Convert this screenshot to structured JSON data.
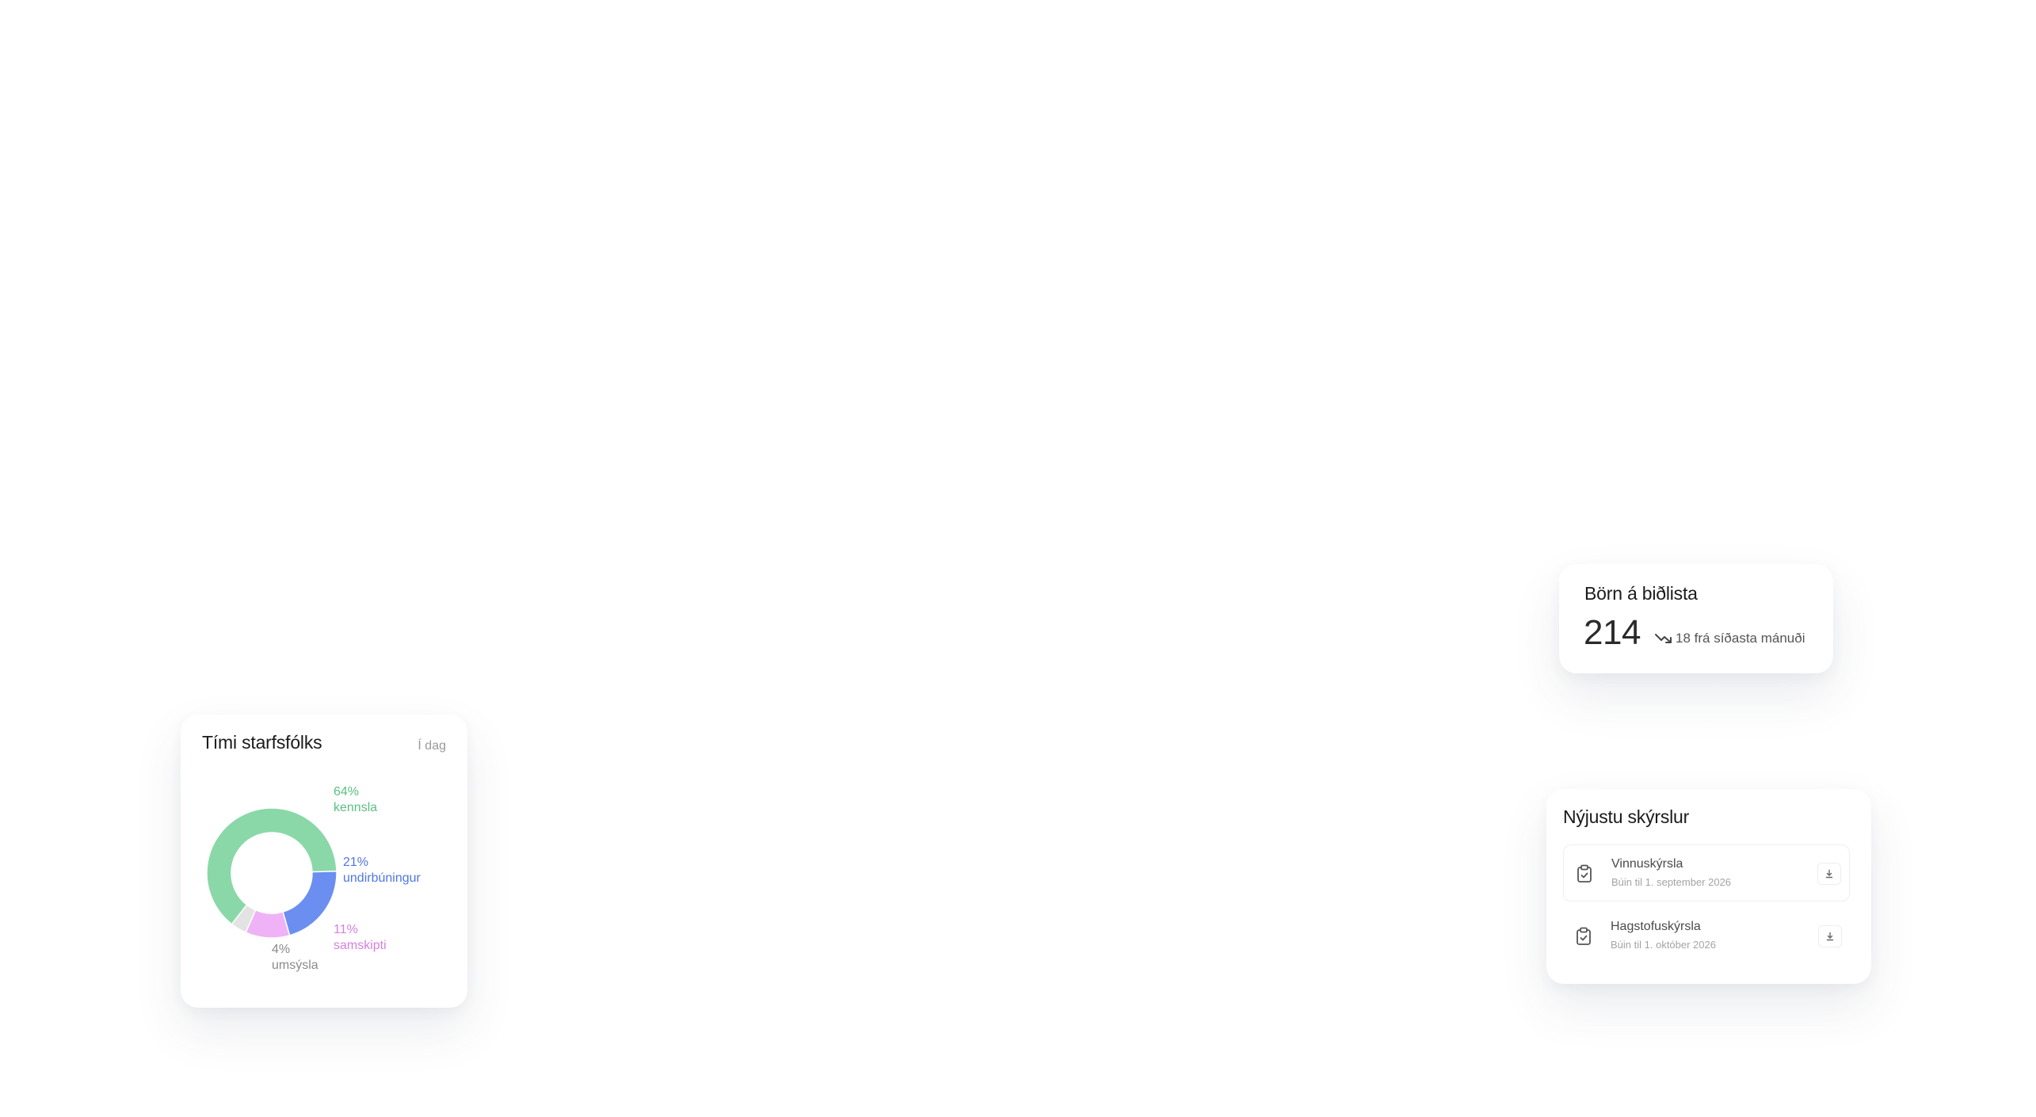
{
  "time_card": {
    "title": "Tími starfsfólks",
    "period": "Í dag"
  },
  "chart_data": {
    "type": "pie",
    "title": "Tími starfsfólks",
    "categories": [
      "kennsla",
      "undirbúningur",
      "samskipti",
      "umsýsla"
    ],
    "values": [
      64,
      21,
      11,
      4
    ],
    "percent_labels": [
      "64%",
      "21%",
      "11%",
      "4%"
    ],
    "colors": [
      "#8ad8a8",
      "#6a8ff0",
      "#efb2f6",
      "#e3e3e3"
    ],
    "label_colors": [
      "#5bbf84",
      "#4f76e6",
      "#d77fe0",
      "#8a8a8a"
    ],
    "legend": "none"
  },
  "waitlist_card": {
    "title": "Börn á biðlista",
    "value": "214",
    "trend_text": "18 frá síðasta mánuði",
    "trend_icon": "trending-down-icon"
  },
  "reports_card": {
    "title": "Nýjustu skýrslur",
    "items": [
      {
        "name": "Vinnuskýrsla",
        "date": "Búin til 1. september 2026",
        "icon": "clipboard-check-icon",
        "action_icon": "download-icon"
      },
      {
        "name": "Hagstofuskýrsla",
        "date": "Búin til 1. október 2026",
        "icon": "clipboard-check-icon",
        "action_icon": "download-icon"
      }
    ]
  }
}
